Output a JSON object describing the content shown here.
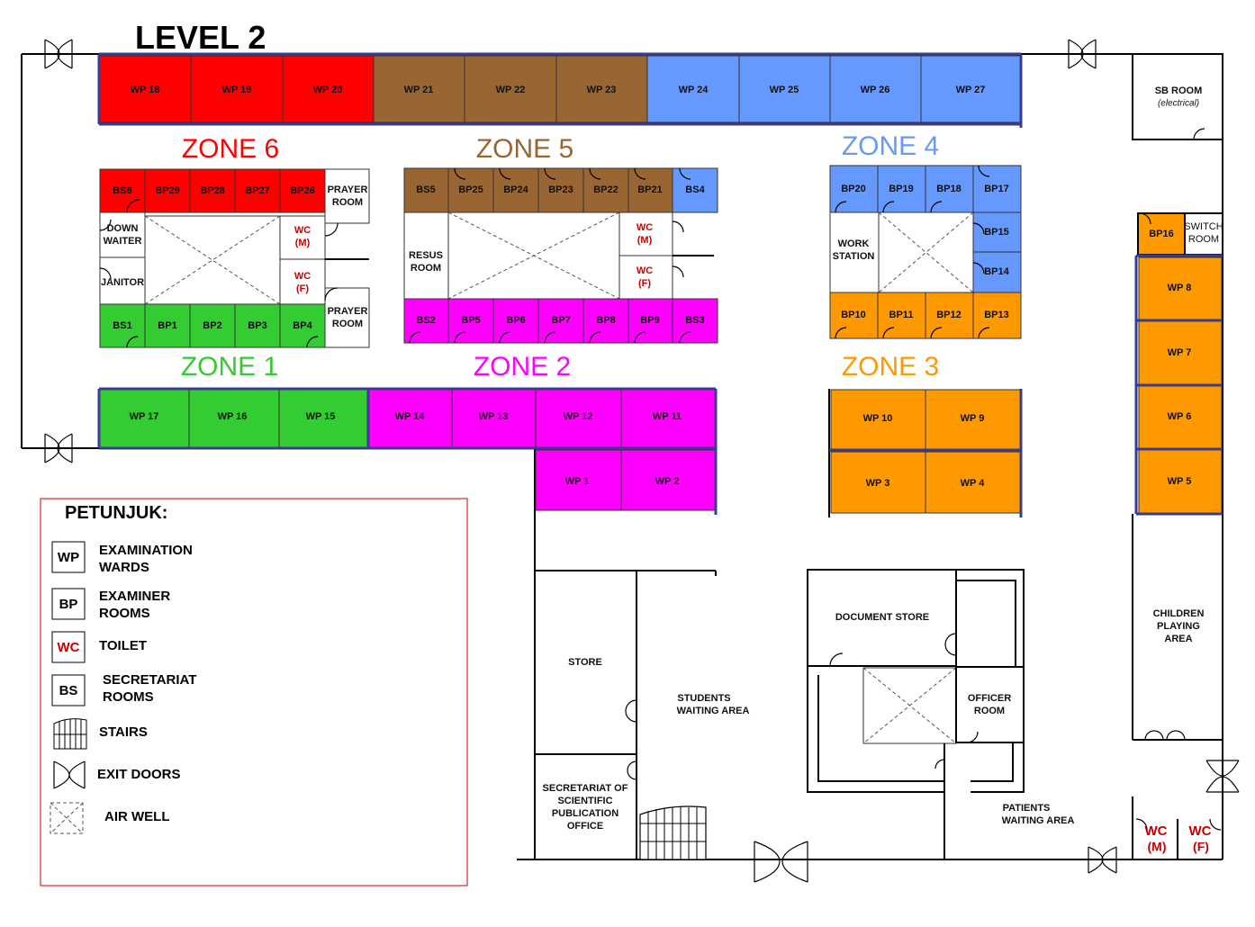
{
  "title": "LEVEL 2",
  "colors": {
    "zone1": "#33cc33",
    "zone2": "#ff00ff",
    "zone3": "#ff9900",
    "zone4": "#6699ff",
    "zone5": "#996633",
    "zone6": "#ff0000",
    "wc": "#cc0000"
  },
  "zones": {
    "z1": "ZONE 1",
    "z2": "ZONE 2",
    "z3": "ZONE 3",
    "z4": "ZONE 4",
    "z5": "ZONE 5",
    "z6": "ZONE 6"
  },
  "wards": {
    "wp1": "WP 1",
    "wp2": "WP 2",
    "wp3": "WP 3",
    "wp4": "WP 4",
    "wp5": "WP 5",
    "wp6": "WP 6",
    "wp7": "WP 7",
    "wp8": "WP 8",
    "wp9": "WP 9",
    "wp10": "WP 10",
    "wp11": "WP 11",
    "wp12": "WP 12",
    "wp13": "WP 13",
    "wp14": "WP 14",
    "wp15": "WP 15",
    "wp16": "WP 16",
    "wp17": "WP 17",
    "wp18": "WP 18",
    "wp19": "WP 19",
    "wp20": "WP 20",
    "wp21": "WP 21",
    "wp22": "WP 22",
    "wp23": "WP 23",
    "wp24": "WP 24",
    "wp25": "WP 25",
    "wp26": "WP 26",
    "wp27": "WP 27"
  },
  "bp": {
    "bp1": "BP1",
    "bp2": "BP2",
    "bp3": "BP3",
    "bp4": "BP4",
    "bp5": "BP5",
    "bp6": "BP6",
    "bp7": "BP7",
    "bp8": "BP8",
    "bp9": "BP9",
    "bp10": "BP10",
    "bp11": "BP11",
    "bp12": "BP12",
    "bp13": "BP13",
    "bp14": "BP14",
    "bp15": "BP15",
    "bp16": "BP16",
    "bp17": "BP17",
    "bp18": "BP18",
    "bp19": "BP19",
    "bp20": "BP20",
    "bp21": "BP21",
    "bp22": "BP22",
    "bp23": "BP23",
    "bp24": "BP24",
    "bp25": "BP25",
    "bp26": "BP26",
    "bp27": "BP27",
    "bp28": "BP28",
    "bp29": "BP29"
  },
  "bs": {
    "bs1": "BS1",
    "bs2": "BS2",
    "bs3": "BS3",
    "bs4": "BS4",
    "bs5": "BS5",
    "bs6": "BS6"
  },
  "rooms": {
    "sb_room": "SB ROOM",
    "sb_room_sub": "(electrical)",
    "switch_1": "SWITCH",
    "switch_2": "ROOM",
    "prayer_1": "PRAYER",
    "prayer_2": "ROOM",
    "down_1": "DOWN",
    "down_2": "WAITER",
    "janitor": "JANITOR",
    "wc": "WC",
    "m": "(M)",
    "f": "(F)",
    "resus_1": "RESUS",
    "resus_2": "ROOM",
    "work_1": "WORK",
    "work_2": "STATION",
    "store": "STORE",
    "students_1": "STUDENTS",
    "students_2": "WAITING AREA",
    "sec_1": "SECRETARIAT OF",
    "sec_2": "SCIENTIFIC",
    "sec_3": "PUBLICATION",
    "sec_4": "OFFICE",
    "doc_store": "DOCUMENT STORE",
    "officer_1": "OFFICER",
    "officer_2": "ROOM",
    "patients_1": "PATIENTS",
    "patients_2": "WAITING AREA",
    "children_1": "CHILDREN",
    "children_2": "PLAYING",
    "children_3": "AREA"
  },
  "legend": {
    "title": "PETUNJUK:",
    "wp_code": "WP",
    "wp_1": "EXAMINATION",
    "wp_2": "WARDS",
    "bp_code": "BP",
    "bp_1": "EXAMINER",
    "bp_2": "ROOMS",
    "wc_code": "WC",
    "wc_1": "TOILET",
    "bs_code": "BS",
    "bs_1": "SECRETARIAT",
    "bs_2": "ROOMS",
    "stairs": "STAIRS",
    "exit": "EXIT DOORS",
    "airwell": "AIR WELL"
  }
}
